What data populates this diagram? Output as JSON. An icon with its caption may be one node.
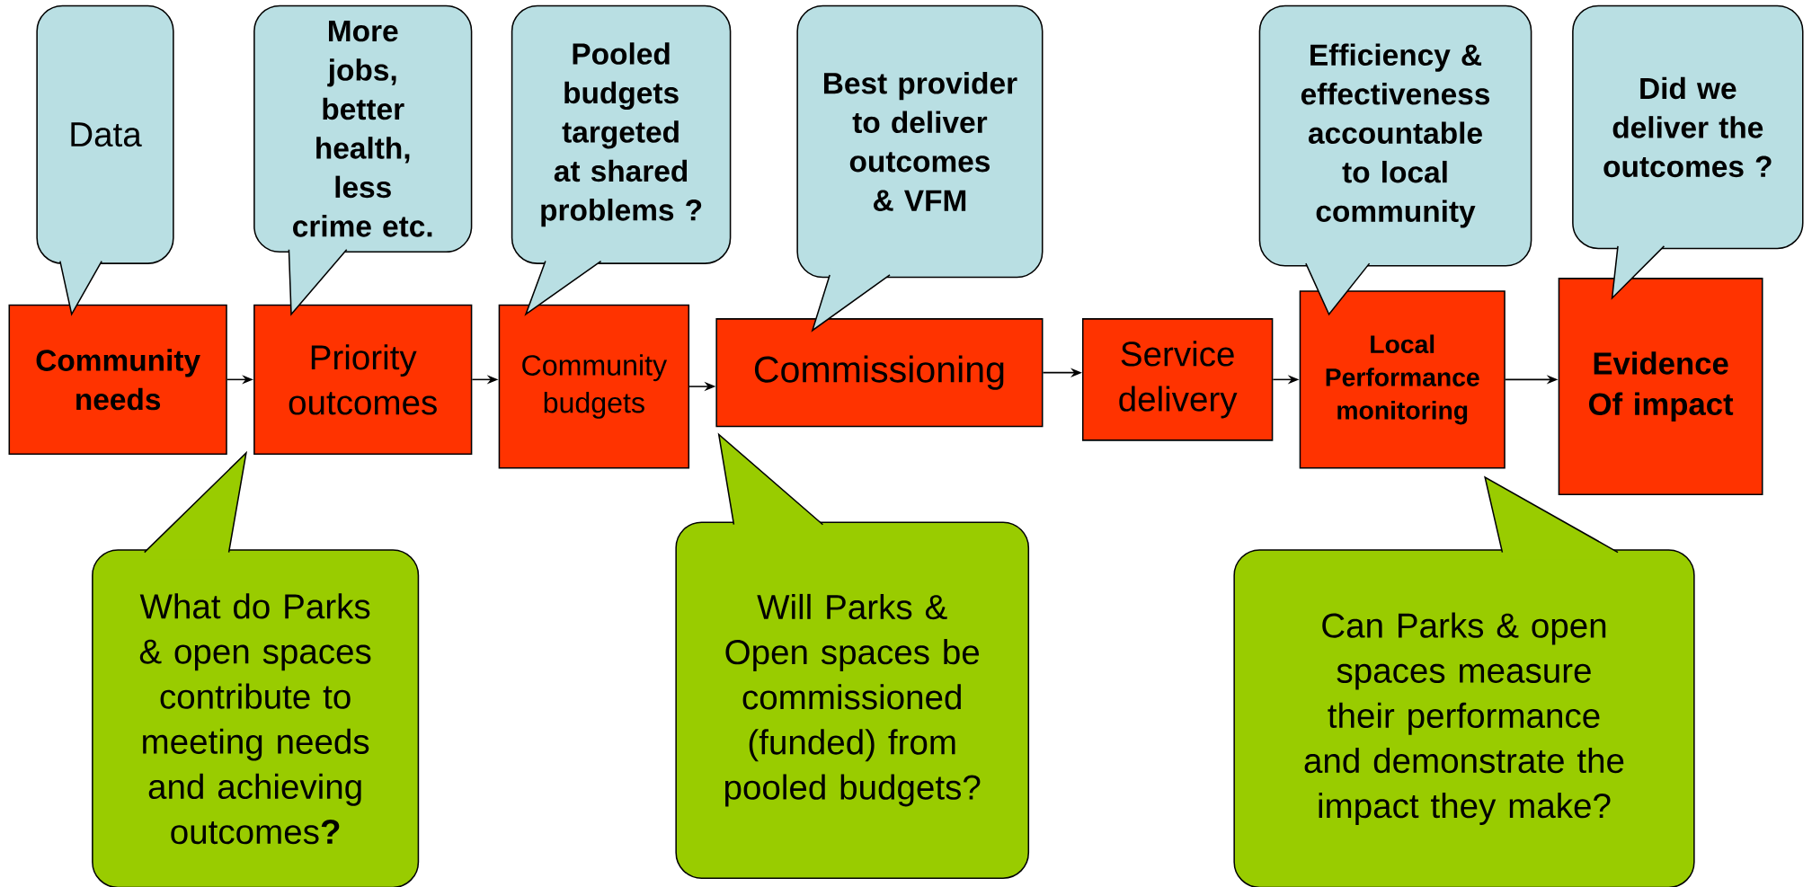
{
  "diagram": {
    "nodes": [
      {
        "text": [
          "Community needs"
        ]
      },
      {
        "text": [
          "Priority outcomes"
        ]
      },
      {
        "text": [
          "Community budgets"
        ]
      },
      {
        "text": [
          "Commissioning"
        ]
      },
      {
        "text": [
          "Service delivery"
        ]
      },
      {
        "text": [
          "Local Performance monitoring"
        ]
      },
      {
        "text": [
          "Evidence Of impact"
        ]
      },
      {
        "text": [
          "Data"
        ]
      },
      {
        "text": [
          "More jobs, better health, less crime etc."
        ]
      },
      {
        "text": [
          "Pooled budgets targeted at shared problems ?"
        ]
      },
      {
        "text": [
          "Best provider to deliver outcomes & VFM"
        ]
      },
      {
        "text": [
          "Efficiency & effectiveness accountable to local community"
        ]
      },
      {
        "text": [
          "Did we deliver the outcomes ?"
        ]
      },
      {
        "text": [
          "What do Parks & open spaces contribute to meeting needs and achieving outcomes**?**"
        ]
      },
      {
        "text": [
          "Will Parks & Open spaces be commissioned (funded) from pooled budgets?"
        ]
      },
      {
        "text": [
          "Can Parks & open spaces measure their performance and demonstrate the impact they make?"
        ]
      }
    ],
    "edges": [
      {
        "from": 0,
        "to": 1,
        "arrow": "to"
      },
      {
        "from": 1,
        "to": 2,
        "arrow": "to"
      },
      {
        "from": 2,
        "to": 3,
        "arrow": "to"
      },
      {
        "from": 3,
        "to": 4,
        "arrow": "to"
      },
      {
        "from": 4,
        "to": 5,
        "arrow": "to"
      },
      {
        "from": 5,
        "to": 6,
        "arrow": "to"
      }
    ]
  }
}
